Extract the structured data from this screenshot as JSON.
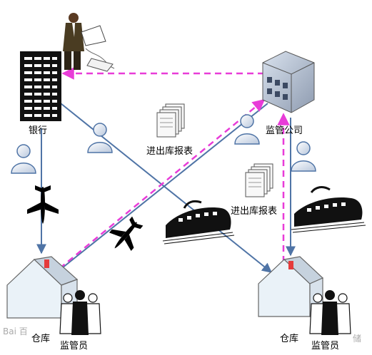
{
  "labels": {
    "bank": "银行",
    "supervisor_company": "监管公司",
    "report_left": "进出库报表",
    "report_right": "进出库报表",
    "warehouse_left": "仓库",
    "warehouse_right": "仓库",
    "staff_left": "监管员",
    "staff_right": "监管员"
  },
  "watermark": {
    "left": "Bai 百",
    "right": "储"
  },
  "colors": {
    "solid_line": "#4f74a6",
    "dashed_line": "#e83cd8",
    "building_dark": "#111111",
    "warehouse_fill": "#eaf2f8"
  }
}
